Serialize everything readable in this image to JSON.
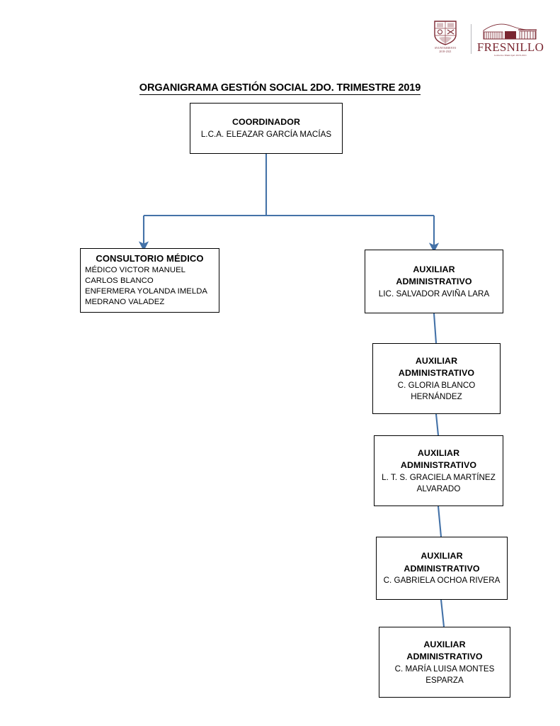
{
  "header": {
    "shield_logo": {
      "icon": "coat-of-arms-shield-icon",
      "caption_line1": "AYUNTAMIENTO",
      "caption_line2": "2018-2021"
    },
    "fresnillo_logo": {
      "icon": "fresnillo-building-icon",
      "wordmark": "FRESNILLO",
      "tagline": "Gobierno Municipal 2018-2021"
    }
  },
  "title": "ORGANIGRAMA GESTIÓN SOCIAL 2DO. TRIMESTRE 2019",
  "chart_data": {
    "type": "org-chart",
    "nodes": [
      {
        "id": "coordinador",
        "role": "COORDINADOR",
        "person": "L.C.A. ELEAZAR GARCÍA MACÍAS"
      },
      {
        "id": "consultorio",
        "role": "CONSULTORIO MÉDICO",
        "staff_line1": "MÉDICO VICTOR MANUEL",
        "staff_line2": "CARLOS  BLANCO",
        "staff_line3": "ENFERMERA YOLANDA IMELDA",
        "staff_line4": "MEDRANO VALADEZ"
      },
      {
        "id": "aux1",
        "role_line1": "AUXILIAR",
        "role_line2": "ADMINISTRATIVO",
        "person_line1": "LIC. SALVADOR AVIÑA LARA",
        "person_line2": ""
      },
      {
        "id": "aux2",
        "role_line1": "AUXILIAR",
        "role_line2": "ADMINISTRATIVO",
        "person_line1": "C. GLORIA BLANCO",
        "person_line2": "HERNÁNDEZ"
      },
      {
        "id": "aux3",
        "role_line1": "AUXILIAR",
        "role_line2": "ADMINISTRATIVO",
        "person_line1": "L. T. S. GRACIELA MARTÍNEZ",
        "person_line2": "ALVARADO"
      },
      {
        "id": "aux4",
        "role_line1": "AUXILIAR",
        "role_line2": "ADMINISTRATIVO",
        "person_line1": "C. GABRIELA OCHOA RIVERA",
        "person_line2": ""
      },
      {
        "id": "aux5",
        "role_line1": "AUXILIAR",
        "role_line2": "ADMINISTRATIVO",
        "person_line1": "C. MARÍA LUISA MONTES",
        "person_line2": "ESPARZA"
      }
    ],
    "edges": [
      {
        "from": "coordinador",
        "to": "consultorio",
        "arrow": true
      },
      {
        "from": "coordinador",
        "to": "aux1",
        "arrow": true
      },
      {
        "from": "aux1",
        "to": "aux2",
        "arrow": false
      },
      {
        "from": "aux2",
        "to": "aux3",
        "arrow": false
      },
      {
        "from": "aux3",
        "to": "aux4",
        "arrow": false
      },
      {
        "from": "aux4",
        "to": "aux5",
        "arrow": false
      }
    ],
    "connector_color": "#4472A8",
    "box_border_color": "#000000",
    "background": "#ffffff"
  }
}
